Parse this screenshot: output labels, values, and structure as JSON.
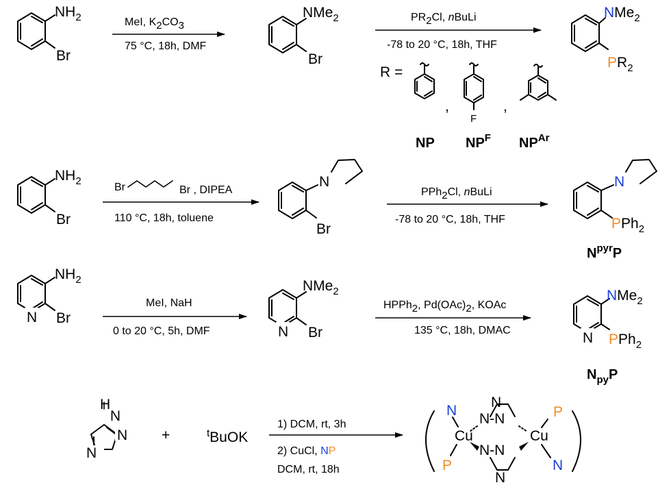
{
  "colors": {
    "phosphorus": "#F28C28",
    "nitrogen": "#1a3fd6",
    "ink": "#000000"
  },
  "labels": {
    "nh2": "NH",
    "sub2": "2",
    "br": "Br",
    "nme": "NMe",
    "p_atom": "P",
    "n_atom": "N",
    "r2": "R",
    "ph": "Ph",
    "f": "F",
    "cu": "Cu",
    "h": "H",
    "r_eq": "R =",
    "comma": ","
  },
  "rows": {
    "row1": {
      "step1": {
        "reagents_a": "MeI, K",
        "reagents_a_sub": "2",
        "reagents_a_end": "CO",
        "reagents_a_sub2": "3",
        "conditions": "75 °C, 18h, DMF"
      },
      "step2": {
        "reagents_a": "PR",
        "reagents_a_sub": "2",
        "reagents_a_end": "Cl, ",
        "reagents_a_italic": "n",
        "reagents_a_tail": "BuLi",
        "conditions": "-78 to 20 °C, 18h, THF"
      },
      "ligand_names": {
        "np": "NP",
        "npf_base": "NP",
        "npf_sup": "F",
        "npar_base": "NP",
        "npar_sup": "Ar"
      }
    },
    "row2": {
      "step1": {
        "reagents_end": "Br , DIPEA",
        "conditions": "110 °C, 18h, toluene"
      },
      "step2": {
        "reagents_a": "PPh",
        "reagents_a_sub": "2",
        "reagents_a_end": "Cl, ",
        "reagents_a_italic": "n",
        "reagents_a_tail": "BuLi",
        "conditions": "-78 to 20 °C, 18h, THF"
      },
      "product_name": {
        "base": "N",
        "sup": "pyr",
        "tail": "P"
      }
    },
    "row3": {
      "step1": {
        "reagents": "MeI, NaH",
        "conditions": "0 to 20 °C, 5h, DMF"
      },
      "step2": {
        "reagents_a": "HPPh",
        "reagents_a_sub": "2",
        "reagents_a_mid": ", Pd(OAc)",
        "reagents_a_sub2": "2",
        "reagents_a_end": ", KOAc",
        "conditions": "135 °C, 18h, DMAC"
      },
      "product_name": {
        "base": "N",
        "sub": "py",
        "tail": "P"
      }
    },
    "row4": {
      "plus": "+",
      "base_sup": "t",
      "base": "BuOK",
      "step1": "1) DCM, rt, 3h",
      "step2_a": "2) CuCl, ",
      "step2_n": "N",
      "step2_p": "P",
      "step3": "DCM, rt, 18h"
    }
  }
}
